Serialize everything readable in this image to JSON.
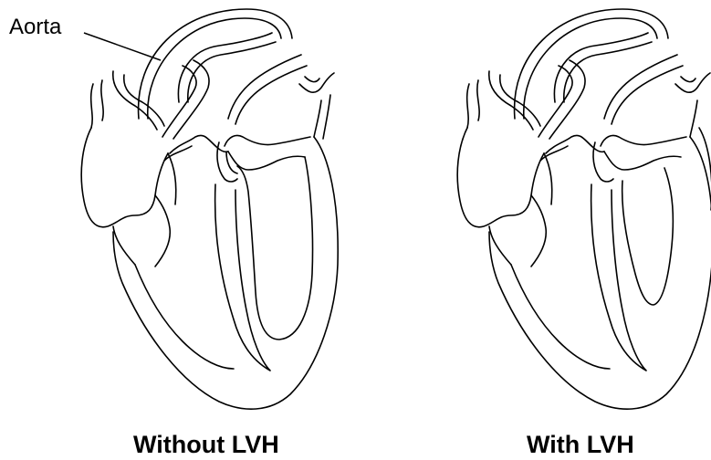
{
  "labels": {
    "aorta": "Aorta"
  },
  "captions": {
    "without": "Without LVH",
    "with": "With LVH"
  },
  "colors": {
    "line": "#000000",
    "background": "#ffffff"
  }
}
